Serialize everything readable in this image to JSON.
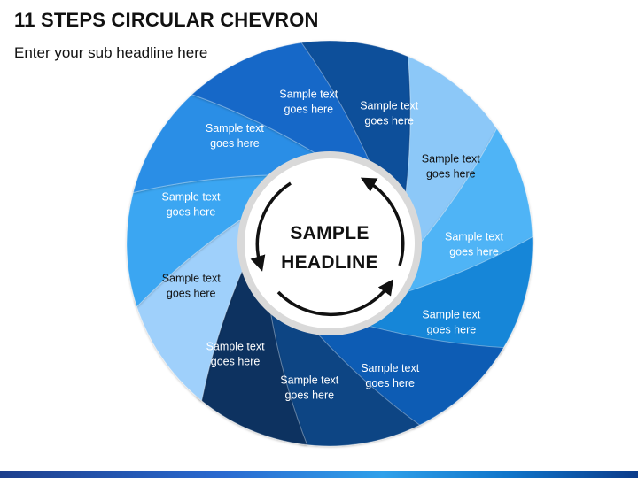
{
  "slide": {
    "title": "11 STEPS CIRCULAR CHEVRON",
    "subtitle": "Enter your sub headline here"
  },
  "center": {
    "line1": "SAMPLE",
    "line2": "HEADLINE"
  },
  "colors": {
    "segment_fill_cycle": [
      "#0e4f9a",
      "#8cc8f8",
      "#4fb4f6",
      "#1786d8",
      "#0a5cb4",
      "#0a4484",
      "#083060",
      "#9fd0fb",
      "#3aa6f2",
      "#2a8ee6",
      "#1467c8"
    ],
    "segment_text_dark": [
      false,
      true,
      false,
      false,
      false,
      false,
      false,
      true,
      false,
      false,
      false
    ],
    "center_fill": "#ffffff",
    "ring_fill": "#d9d9d9"
  },
  "segments": [
    {
      "line1": "Sample text",
      "line2": "goes here"
    },
    {
      "line1": "Sample text",
      "line2": "goes here"
    },
    {
      "line1": "Sample text",
      "line2": "goes here"
    },
    {
      "line1": "Sample text",
      "line2": "goes here"
    },
    {
      "line1": "Sample text",
      "line2": "goes here"
    },
    {
      "line1": "Sample text",
      "line2": "goes here"
    },
    {
      "line1": "Sample text",
      "line2": "goes here"
    },
    {
      "line1": "Sample text",
      "line2": "goes here"
    },
    {
      "line1": "Sample text",
      "line2": "goes here"
    },
    {
      "line1": "Sample text",
      "line2": "goes here"
    },
    {
      "line1": "Sample text",
      "line2": "goes here"
    }
  ]
}
